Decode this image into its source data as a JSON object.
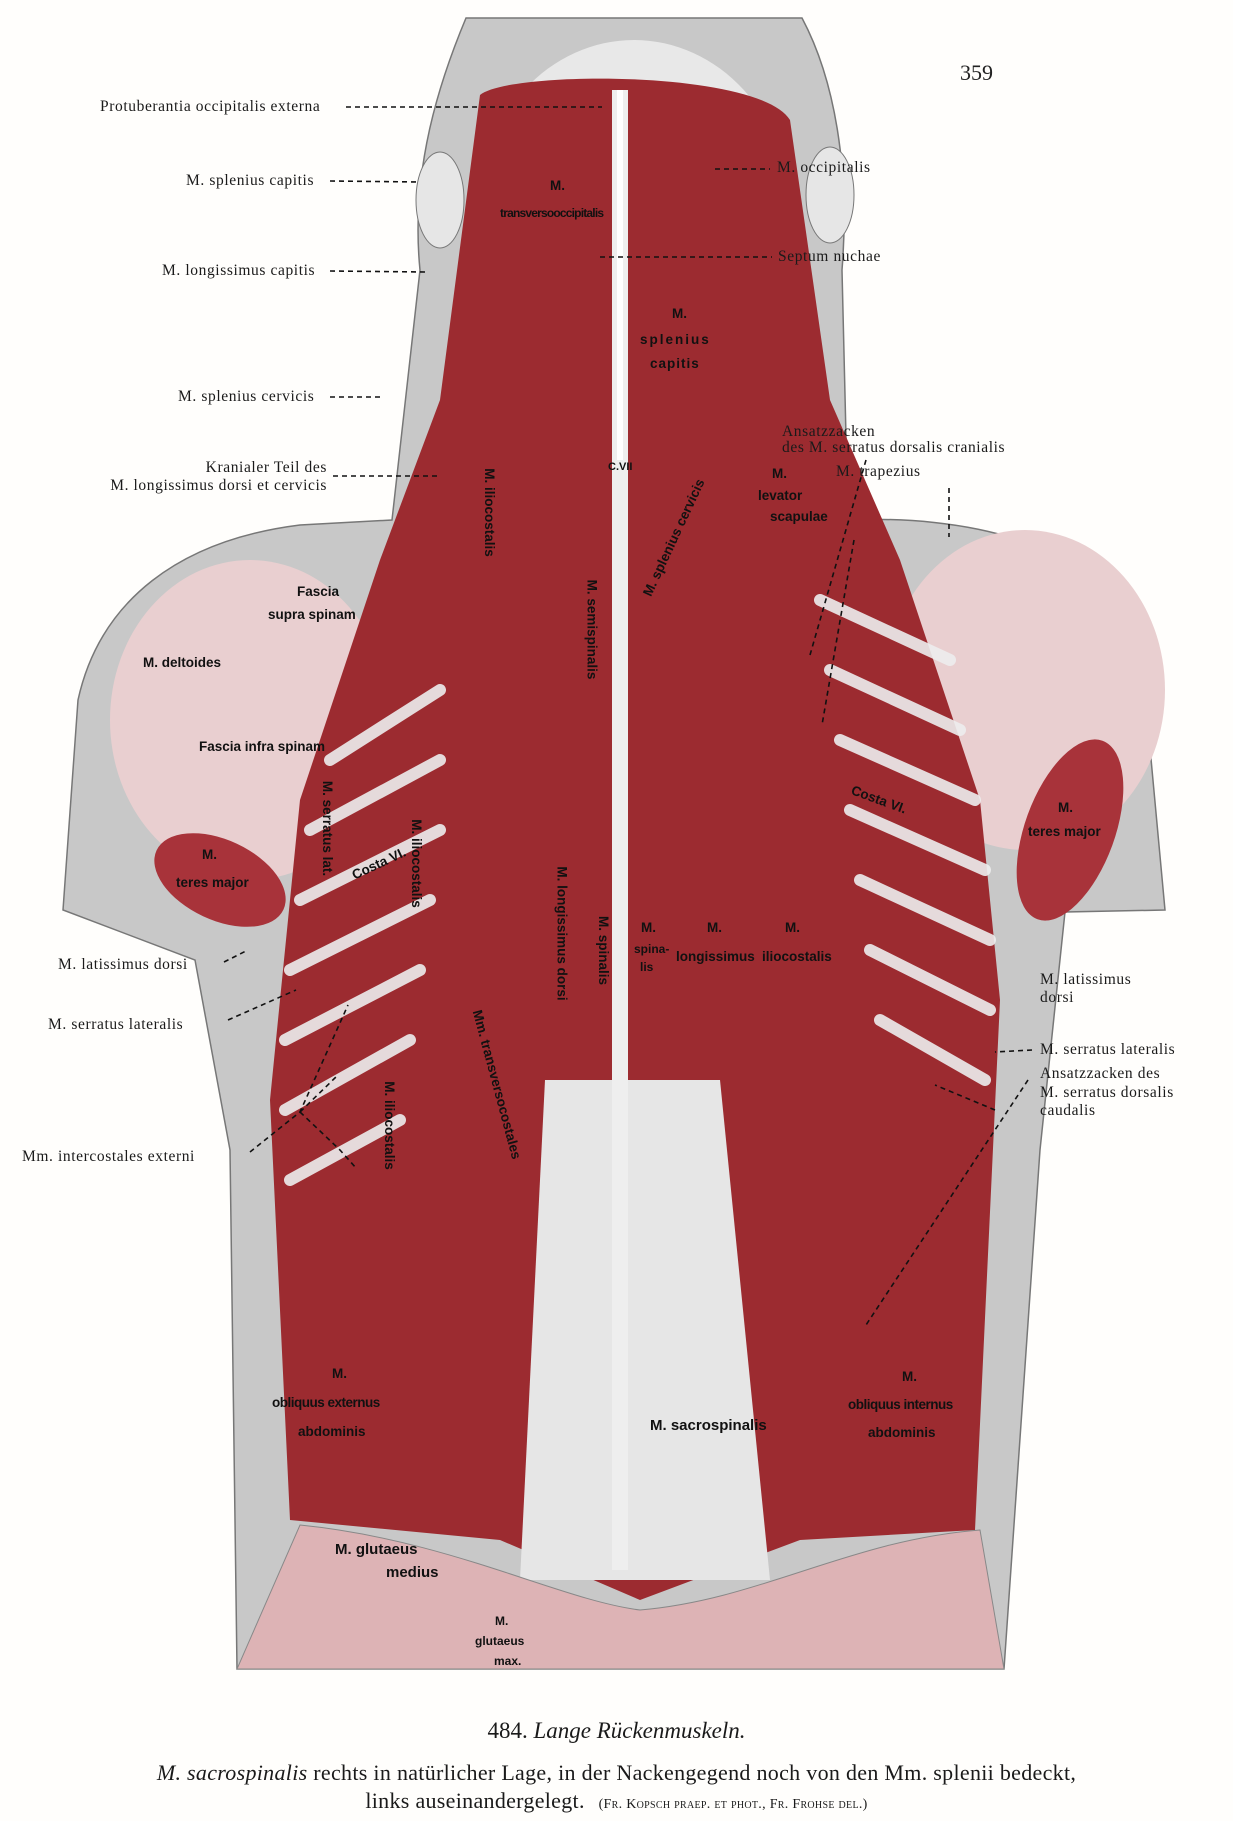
{
  "page_number": "359",
  "callouts_left": [
    {
      "text": "Protuberantia occipitalis externa"
    },
    {
      "text": "M. splenius capitis"
    },
    {
      "text": "M. longissimus capitis"
    },
    {
      "text": "M. splenius cervicis"
    },
    {
      "text": "Kranialer Teil des"
    },
    {
      "text": "M. longissimus dorsi et cervicis"
    },
    {
      "text": "M. latissimus dorsi"
    },
    {
      "text": "M. serratus lateralis"
    },
    {
      "text": "Mm. intercostales externi"
    }
  ],
  "callouts_right": [
    {
      "text": "M. occipitalis"
    },
    {
      "text": "Septum nuchae"
    },
    {
      "text": "Ansatzzacken"
    },
    {
      "text": "des M. serratus dorsalis cranialis"
    },
    {
      "text": "M. trapezius"
    },
    {
      "text": "M. latissimus"
    },
    {
      "text": "dorsi"
    },
    {
      "text": "M. serratus lateralis"
    },
    {
      "text": "Ansatzzacken des"
    },
    {
      "text": "M. serratus dorsalis"
    },
    {
      "text": "caudalis"
    }
  ],
  "illustration_labels": [
    "M.",
    "transversooccipitalis",
    "M.",
    "splenius",
    "capitis",
    "M. iliocostalis",
    "C.VII",
    "M. splenius cervicis",
    "M.",
    "levator",
    "scapulae",
    "M. semispinalis",
    "Fascia",
    "supra spinam",
    "M. deltoides",
    "Fascia infra spinam",
    "M. serratus lat.",
    "Costa VI.",
    "M.",
    "teres major",
    "M. iliocostalis",
    "M. longissimus dorsi",
    "M. spinalis",
    "M.",
    "spina-",
    "lis",
    "M.",
    "longissimus",
    "M.",
    "iliocostalis",
    "Costa VI.",
    "M.",
    "teres major",
    "Mm. transversocostales",
    "M. iliocostalis",
    "M.",
    "obliquus externus",
    "abdominis",
    "M. sacrospinalis",
    "M.",
    "obliquus internus",
    "abdominis",
    "M. glutaeus",
    "medius",
    "M.",
    "glutaeus",
    "max."
  ],
  "caption": {
    "number": "484.",
    "title": "Lange Rückenmuskeln.",
    "line2_italic": "M. sacrospinalis",
    "line2_rest": "rechts in natürlicher Lage, in der Nackengegend noch von den Mm. splenii bedeckt,",
    "line3": "links auseinandergelegt.",
    "credit": "(Fr. Kopsch praep. et phot., Fr. Frohse del.)"
  },
  "colors": {
    "muscle": "#9c2b30",
    "muscle_light": "#d9a3a6",
    "skin": "#c9c9c9",
    "tendon": "#ececec"
  }
}
